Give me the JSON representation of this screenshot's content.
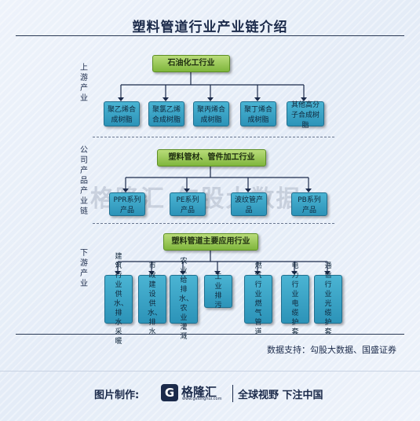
{
  "title": "塑料管道行业产业链介绍",
  "sections": {
    "upstream": {
      "label": "上游产业",
      "head": "石油化工行业",
      "items": [
        "聚乙烯合成树脂",
        "聚氯乙烯合成树脂",
        "聚丙烯合成树脂",
        "聚丁烯合成树脂",
        "其他高分子合成树脂"
      ]
    },
    "company": {
      "label": "公司产品产业链",
      "head": "塑料管材、管件加工行业",
      "items": [
        "PPR系列产品",
        "PE系列产品",
        "波纹管产品",
        "PB系列产品"
      ]
    },
    "downstream": {
      "label": "下游产业",
      "head": "塑料管道主要应用行业",
      "items": [
        "建筑行业供水、排水采暖",
        "市政建设供水、排水",
        "农业给排水、农业灌溉",
        "工业排污",
        "燃气行业燃气管道",
        "电力行业电缆护套",
        "通信行业光缆护套"
      ]
    }
  },
  "watermark": "格隆汇  勾股大数据",
  "source_note": "数据支持：勾股大数据、国盛证券",
  "credit": {
    "label": "图片制作:",
    "logo_mark": "G",
    "logo_text": "格隆汇",
    "logo_sub": "www.gelonghui.com",
    "slogan": "全球视野  下注中国"
  }
}
